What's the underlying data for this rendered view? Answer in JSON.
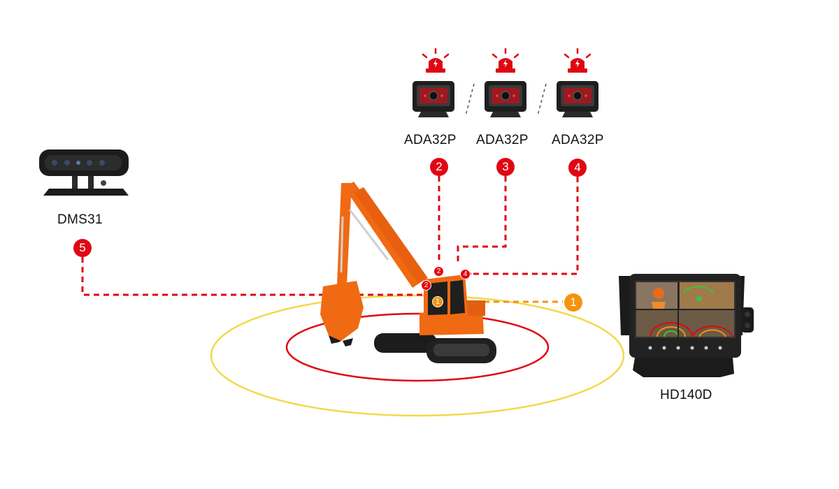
{
  "devices": {
    "dms": {
      "label": "DMS31",
      "number": "5"
    },
    "cam1": {
      "label": "ADA32P",
      "number": "2"
    },
    "cam2": {
      "label": "ADA32P",
      "number": "3"
    },
    "cam3": {
      "label": "ADA32P",
      "number": "4"
    },
    "monitor": {
      "label": "HD140D",
      "number": "1"
    }
  },
  "machine_markers": [
    "2",
    "2",
    "4",
    "1"
  ],
  "colors": {
    "red": "#e00613",
    "orange": "#f5930f",
    "yellow_ring": "#f2d94a",
    "excavator": "#f06a13",
    "camera_body": "#1e1e1e"
  },
  "icons": [
    "alarm-beacon-icon",
    "camera-icon",
    "dms-camera-icon",
    "monitor-icon",
    "excavator-icon"
  ]
}
